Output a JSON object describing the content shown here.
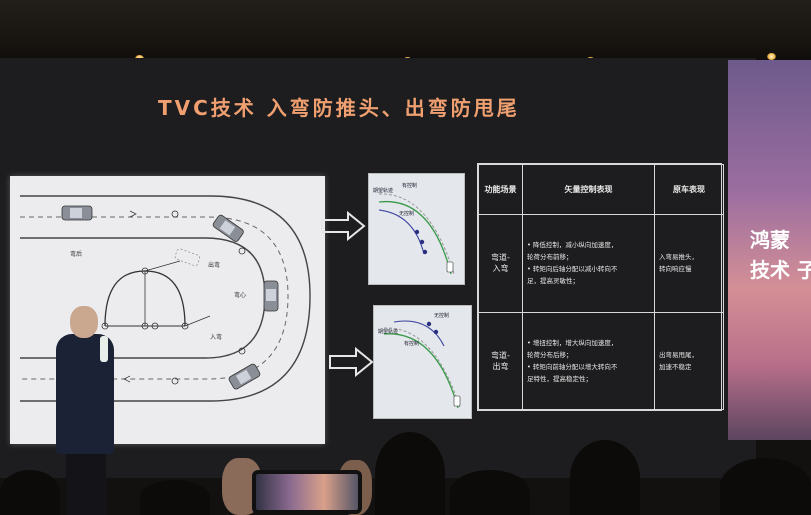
{
  "slide": {
    "title": "TVC技术 入弯防推头、出弯防甩尾",
    "right_panel_text": [
      "鸿蒙",
      "技术 子"
    ]
  },
  "diagram": {
    "labels": {
      "curve": "弯后",
      "exit": "出弯",
      "apex": "弯心",
      "entry": "入弯"
    }
  },
  "small_diagrams": [
    {
      "labels": [
        "期望轨迹",
        "有控制",
        "无控制"
      ]
    },
    {
      "labels": [
        "期望轨迹",
        "有控制",
        "无控制"
      ]
    }
  ],
  "table": {
    "headers": [
      "功能场景",
      "矢量控制表现",
      "原车表现"
    ],
    "rows": [
      {
        "scene": [
          "弯道-",
          "入弯"
        ],
        "vector": [
          "• 降低控制，减小纵向加速度，",
          "  轮荷分布前移；",
          "• 转矩向后轴分配以减小转向不",
          "  足，提高灵敏性；"
        ],
        "original": [
          "入弯易推头，",
          "转向响应慢"
        ]
      },
      {
        "scene": [
          "弯道-",
          "出弯"
        ],
        "vector": [
          "• 增扭控制，增大纵向加速度，",
          "  轮荷分布后移；",
          "• 转矩向前轴分配以增大转向不",
          "  足特性，提高稳定性；"
        ],
        "original": [
          "出弯易甩尾，",
          "加速不稳定"
        ]
      }
    ]
  },
  "colors": {
    "title": "#f0a070",
    "screen_bg": "#1d1d1f",
    "table_border": "#d8d8d8"
  }
}
